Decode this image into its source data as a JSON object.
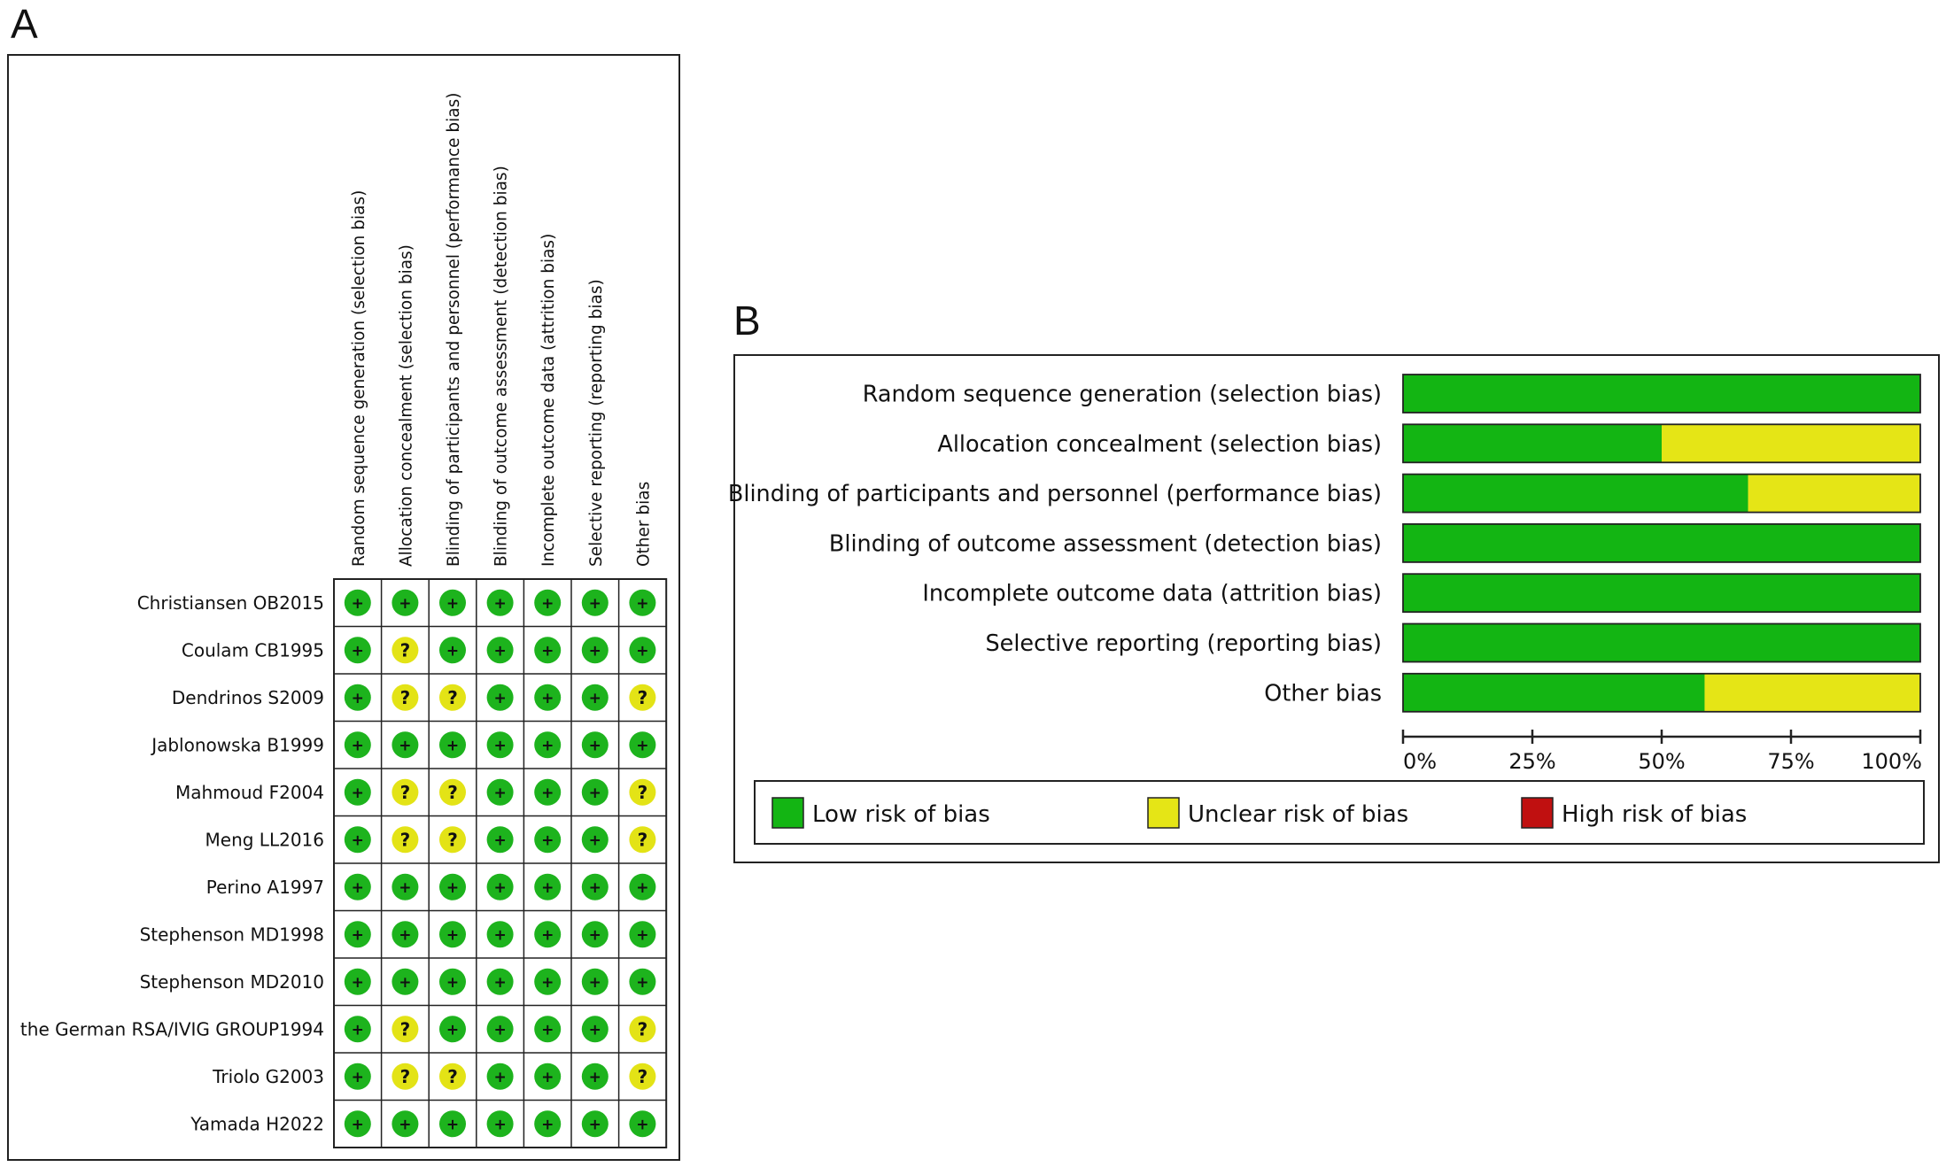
{
  "panels": {
    "a_label": "A",
    "b_label": "B"
  },
  "chart_data": [
    {
      "type": "table",
      "panel": "A",
      "columns": [
        "Random sequence generation (selection bias)",
        "Allocation concealment (selection bias)",
        "Blinding of participants and personnel (performance bias)",
        "Blinding of outcome assessment (detection bias)",
        "Incomplete outcome data (attrition bias)",
        "Selective reporting (reporting bias)",
        "Other bias"
      ],
      "rows": [
        {
          "study": "Christiansen OB2015",
          "judgements": [
            "+",
            "+",
            "+",
            "+",
            "+",
            "+",
            "+"
          ]
        },
        {
          "study": "Coulam CB1995",
          "judgements": [
            "+",
            "?",
            "+",
            "+",
            "+",
            "+",
            "+"
          ]
        },
        {
          "study": "Dendrinos S2009",
          "judgements": [
            "+",
            "?",
            "?",
            "+",
            "+",
            "+",
            "?"
          ]
        },
        {
          "study": "Jablonowska B1999",
          "judgements": [
            "+",
            "+",
            "+",
            "+",
            "+",
            "+",
            "+"
          ]
        },
        {
          "study": "Mahmoud F2004",
          "judgements": [
            "+",
            "?",
            "?",
            "+",
            "+",
            "+",
            "?"
          ]
        },
        {
          "study": "Meng LL2016",
          "judgements": [
            "+",
            "?",
            "?",
            "+",
            "+",
            "+",
            "?"
          ]
        },
        {
          "study": "Perino A1997",
          "judgements": [
            "+",
            "+",
            "+",
            "+",
            "+",
            "+",
            "+"
          ]
        },
        {
          "study": "Stephenson MD1998",
          "judgements": [
            "+",
            "+",
            "+",
            "+",
            "+",
            "+",
            "+"
          ]
        },
        {
          "study": "Stephenson MD2010",
          "judgements": [
            "+",
            "+",
            "+",
            "+",
            "+",
            "+",
            "+"
          ]
        },
        {
          "study": "the German RSA/IVIG GROUP1994",
          "judgements": [
            "+",
            "?",
            "+",
            "+",
            "+",
            "+",
            "?"
          ]
        },
        {
          "study": "Triolo G2003",
          "judgements": [
            "+",
            "?",
            "?",
            "+",
            "+",
            "+",
            "?"
          ]
        },
        {
          "study": "Yamada H2022",
          "judgements": [
            "+",
            "+",
            "+",
            "+",
            "+",
            "+",
            "+"
          ]
        }
      ],
      "symbol_colors": {
        "+": "#1db31d",
        "?": "#e3e316"
      }
    },
    {
      "type": "bar",
      "panel": "B",
      "stacked": true,
      "orientation": "horizontal",
      "categories": [
        "Random sequence generation (selection bias)",
        "Allocation concealment (selection bias)",
        "Blinding of participants and personnel (performance bias)",
        "Blinding of outcome assessment (detection bias)",
        "Incomplete outcome data (attrition bias)",
        "Selective reporting (reporting bias)",
        "Other bias"
      ],
      "series": [
        {
          "name": "Low risk of bias",
          "color": "#13b513",
          "values": [
            100,
            50,
            66.7,
            100,
            100,
            100,
            58.3
          ]
        },
        {
          "name": "Unclear risk of bias",
          "color": "#e5e516",
          "values": [
            0,
            50,
            33.3,
            0,
            0,
            0,
            41.7
          ]
        },
        {
          "name": "High risk of bias",
          "color": "#c01010",
          "values": [
            0,
            0,
            0,
            0,
            0,
            0,
            0
          ]
        }
      ],
      "xlim": [
        0,
        100
      ],
      "xticks": [
        "0%",
        "25%",
        "50%",
        "75%",
        "100%"
      ],
      "legend_position": "bottom"
    }
  ]
}
